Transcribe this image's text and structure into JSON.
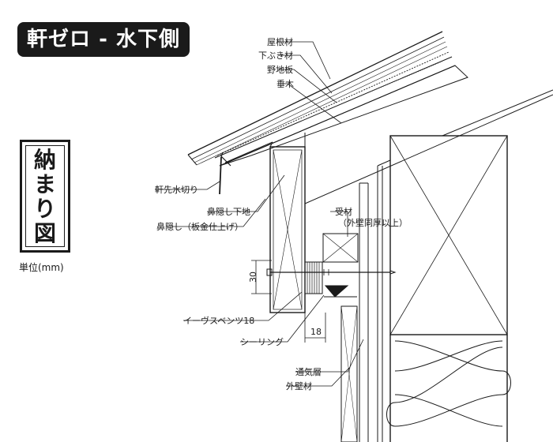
{
  "title": "軒ゼロ - 水下側",
  "side_label_chars": [
    "納",
    "ま",
    "り",
    "図"
  ],
  "unit": "単位(mm)",
  "labels": {
    "roofing": "屋根材",
    "underlay": "下ぶき材",
    "sheathing": "野地板",
    "rafter": "垂木",
    "drip_edge": "軒先水切り",
    "fascia_base": "鼻隠し下地",
    "fascia": "鼻隠し（板金仕上げ）",
    "support": "受材",
    "support_note": "（外壁同厚以上）",
    "eave_vent": "イーヴスベンツ18",
    "sealing": "シーリング",
    "air_layer": "通気層",
    "siding": "外壁材"
  },
  "dimensions": {
    "vertical": "30",
    "horizontal": "18"
  }
}
